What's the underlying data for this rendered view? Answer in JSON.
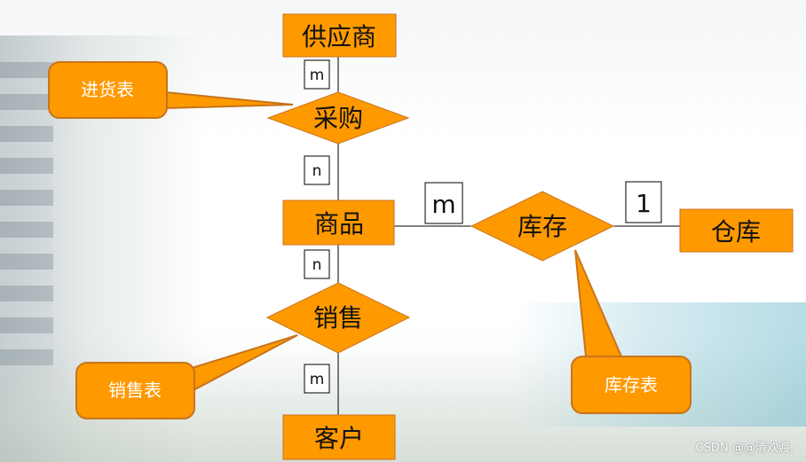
{
  "entities": {
    "supplier": "供应商",
    "product": "商品",
    "customer": "客户",
    "warehouse": "仓库"
  },
  "relationships": {
    "purchase": "采购",
    "sales": "销售",
    "inventory": "库存"
  },
  "cardinalities": {
    "supplier_purchase": "m",
    "purchase_product": "n",
    "product_sales": "n",
    "sales_customer": "m",
    "product_inventory": "m",
    "inventory_warehouse": "1"
  },
  "callouts": {
    "purchase_table": "进货表",
    "sales_table": "销售表",
    "inventory_table": "库存表"
  },
  "watermark": "CSDN @@清欢渡.",
  "colors": {
    "orange_fill": "#FF9900",
    "callout_fill": "#FF9900",
    "callout_border": "#C8741C",
    "line": "#000000"
  }
}
